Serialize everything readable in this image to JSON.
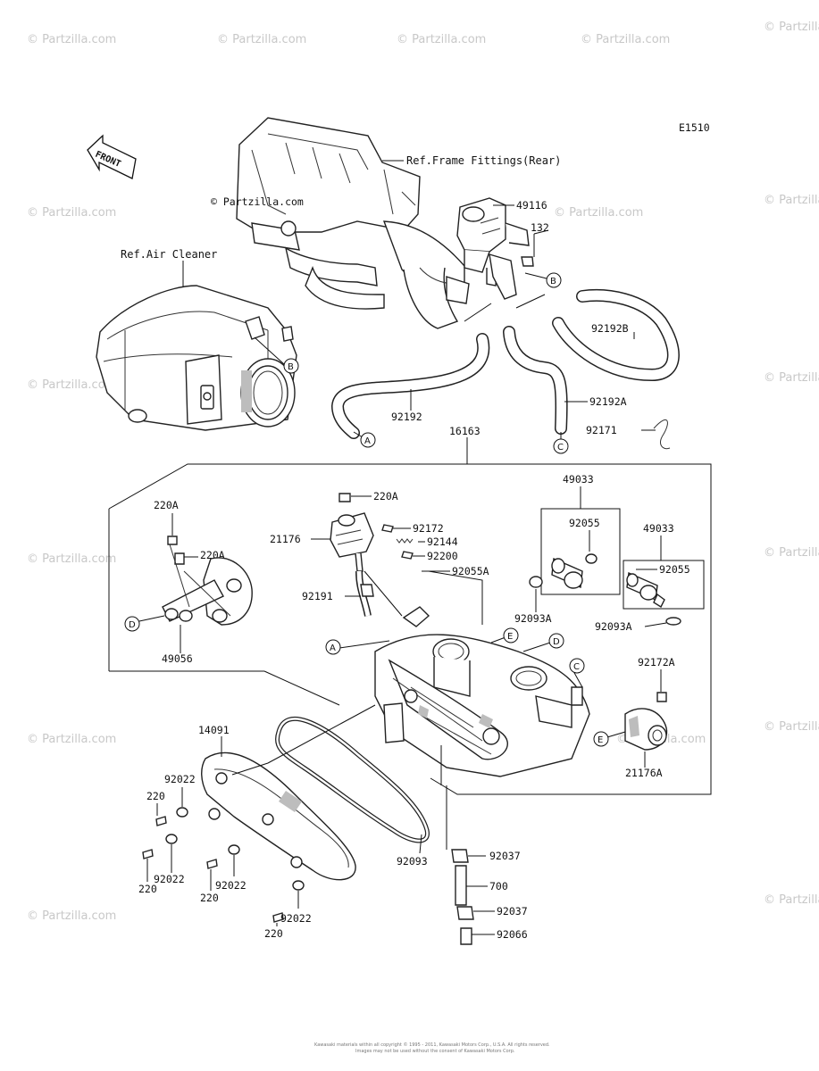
{
  "diagram_code": "E1510",
  "front_label": "FRONT",
  "copyright_mark": "© Partzilla.com",
  "watermark_text": "© Partzilla.com",
  "footer_line1": "Kawasaki materials within all copyright © 1995 - 2011, Kawasaki Motors Corp., U.S.A. All rights reserved.",
  "footer_line2": "Images may not be used without the consent of Kawasaki Motors Corp.",
  "refs": {
    "frame": "Ref.Frame Fittings(Rear)",
    "air_cleaner": "Ref.Air Cleaner"
  },
  "parts": {
    "p49116": "49116",
    "p132": "132",
    "p92192B": "92192B",
    "p92192A": "92192A",
    "p92192": "92192",
    "p92171": "92171",
    "p16163": "16163",
    "p49033a": "49033",
    "p92055a": "92055",
    "p49033b": "49033",
    "p92055b": "92055",
    "p92093A_a": "92093A",
    "p92093A_b": "92093A",
    "p220A_top": "220A",
    "p220A_left": "220A",
    "p220A_mid": "220A",
    "p21176": "21176",
    "p92172": "92172",
    "p92144": "92144",
    "p92200": "92200",
    "p92055A": "92055A",
    "p92191": "92191",
    "p49056": "49056",
    "p92172A": "92172A",
    "p21176A": "21176A",
    "p14091": "14091",
    "p92022_1": "92022",
    "p220_1": "220",
    "p92022_2": "92022",
    "p220_2": "220",
    "p92022_3": "92022",
    "p220_3": "220",
    "p92022_4": "92022",
    "p220_4": "220",
    "p92093": "92093",
    "p92037_a": "92037",
    "p700": "700",
    "p92037_b": "92037",
    "p92066": "92066"
  },
  "circle_callouts": {
    "A1": "A",
    "B1": "B",
    "B2": "B",
    "C1": "C",
    "D1": "D",
    "A2": "A",
    "E1": "E",
    "D2": "D",
    "C2": "C",
    "E2": "E"
  }
}
